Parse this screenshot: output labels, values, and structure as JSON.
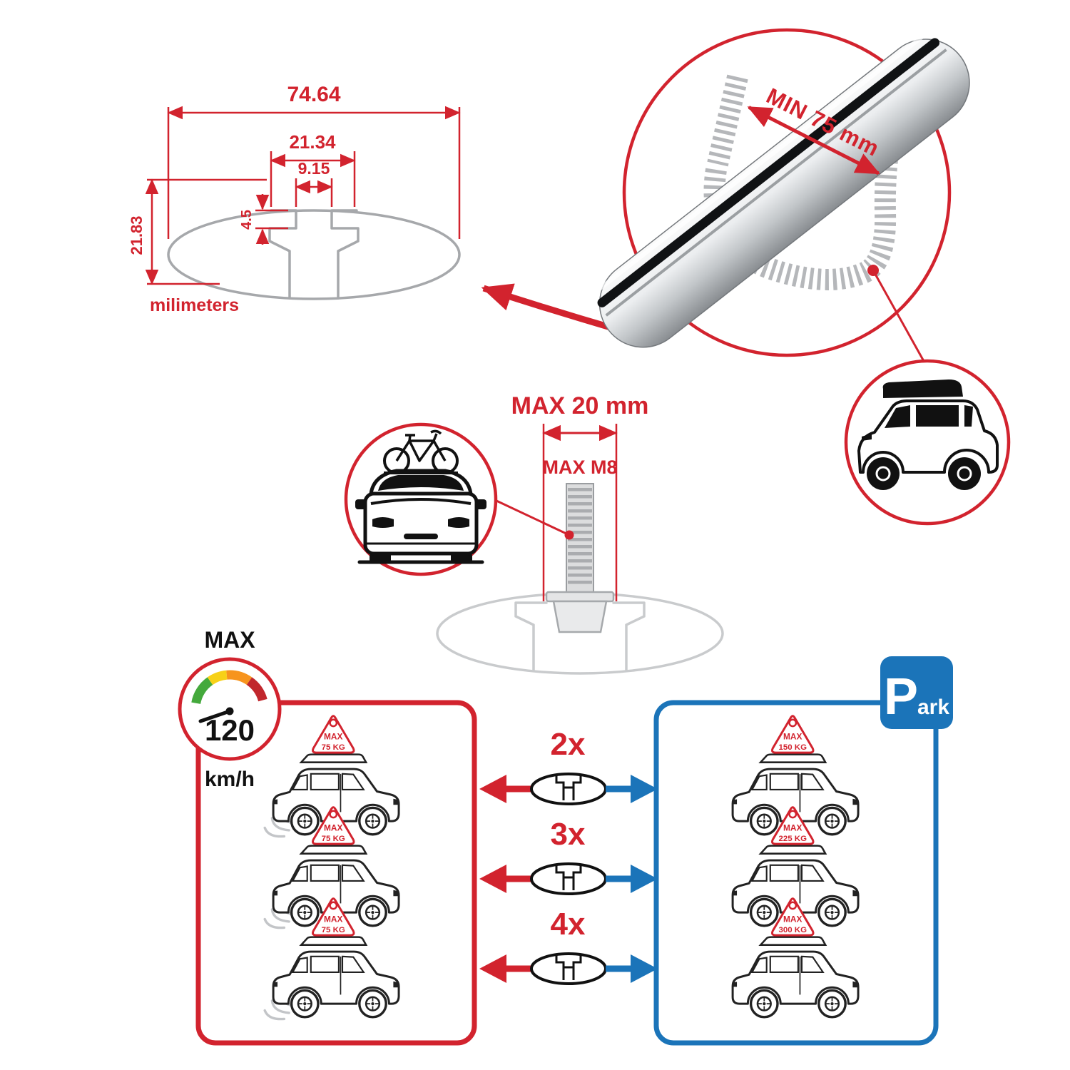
{
  "profile_drawing": {
    "dim_total_width": "74.64",
    "dim_slot_outer": "21.34",
    "dim_slot_opening": "9.15",
    "dim_lip_depth": "4.5",
    "dim_total_height": "21.83",
    "units_label": "milimeters"
  },
  "bar_photo": {
    "min_span_label": "MIN 75 mm"
  },
  "bolt": {
    "max_width_label": "MAX 20 mm",
    "max_thread_label": "MAX M8"
  },
  "speed_gauge": {
    "title": "MAX",
    "value": "120",
    "units": "km/h"
  },
  "driving_cars": [
    {
      "badge_title": "MAX",
      "badge_value": "75 KG"
    },
    {
      "badge_title": "MAX",
      "badge_value": "75 KG"
    },
    {
      "badge_title": "MAX",
      "badge_value": "75 KG"
    }
  ],
  "bar_quantities": [
    "2x",
    "3x",
    "4x"
  ],
  "parking": {
    "sign_letter": "P",
    "sign_rest": "ark",
    "cars": [
      {
        "badge_title": "MAX",
        "badge_value": "150 KG"
      },
      {
        "badge_title": "MAX",
        "badge_value": "225 KG"
      },
      {
        "badge_title": "MAX",
        "badge_value": "300 KG"
      }
    ]
  },
  "colors": {
    "accent_red": "#d2232e",
    "accent_blue": "#1b74b9",
    "metal_gray": "#a6a8ab",
    "gauge_green": "#44a93c",
    "gauge_yellow": "#f7d117",
    "gauge_orange": "#f7941d",
    "gauge_red": "#c1272d",
    "ink_black": "#111111"
  }
}
